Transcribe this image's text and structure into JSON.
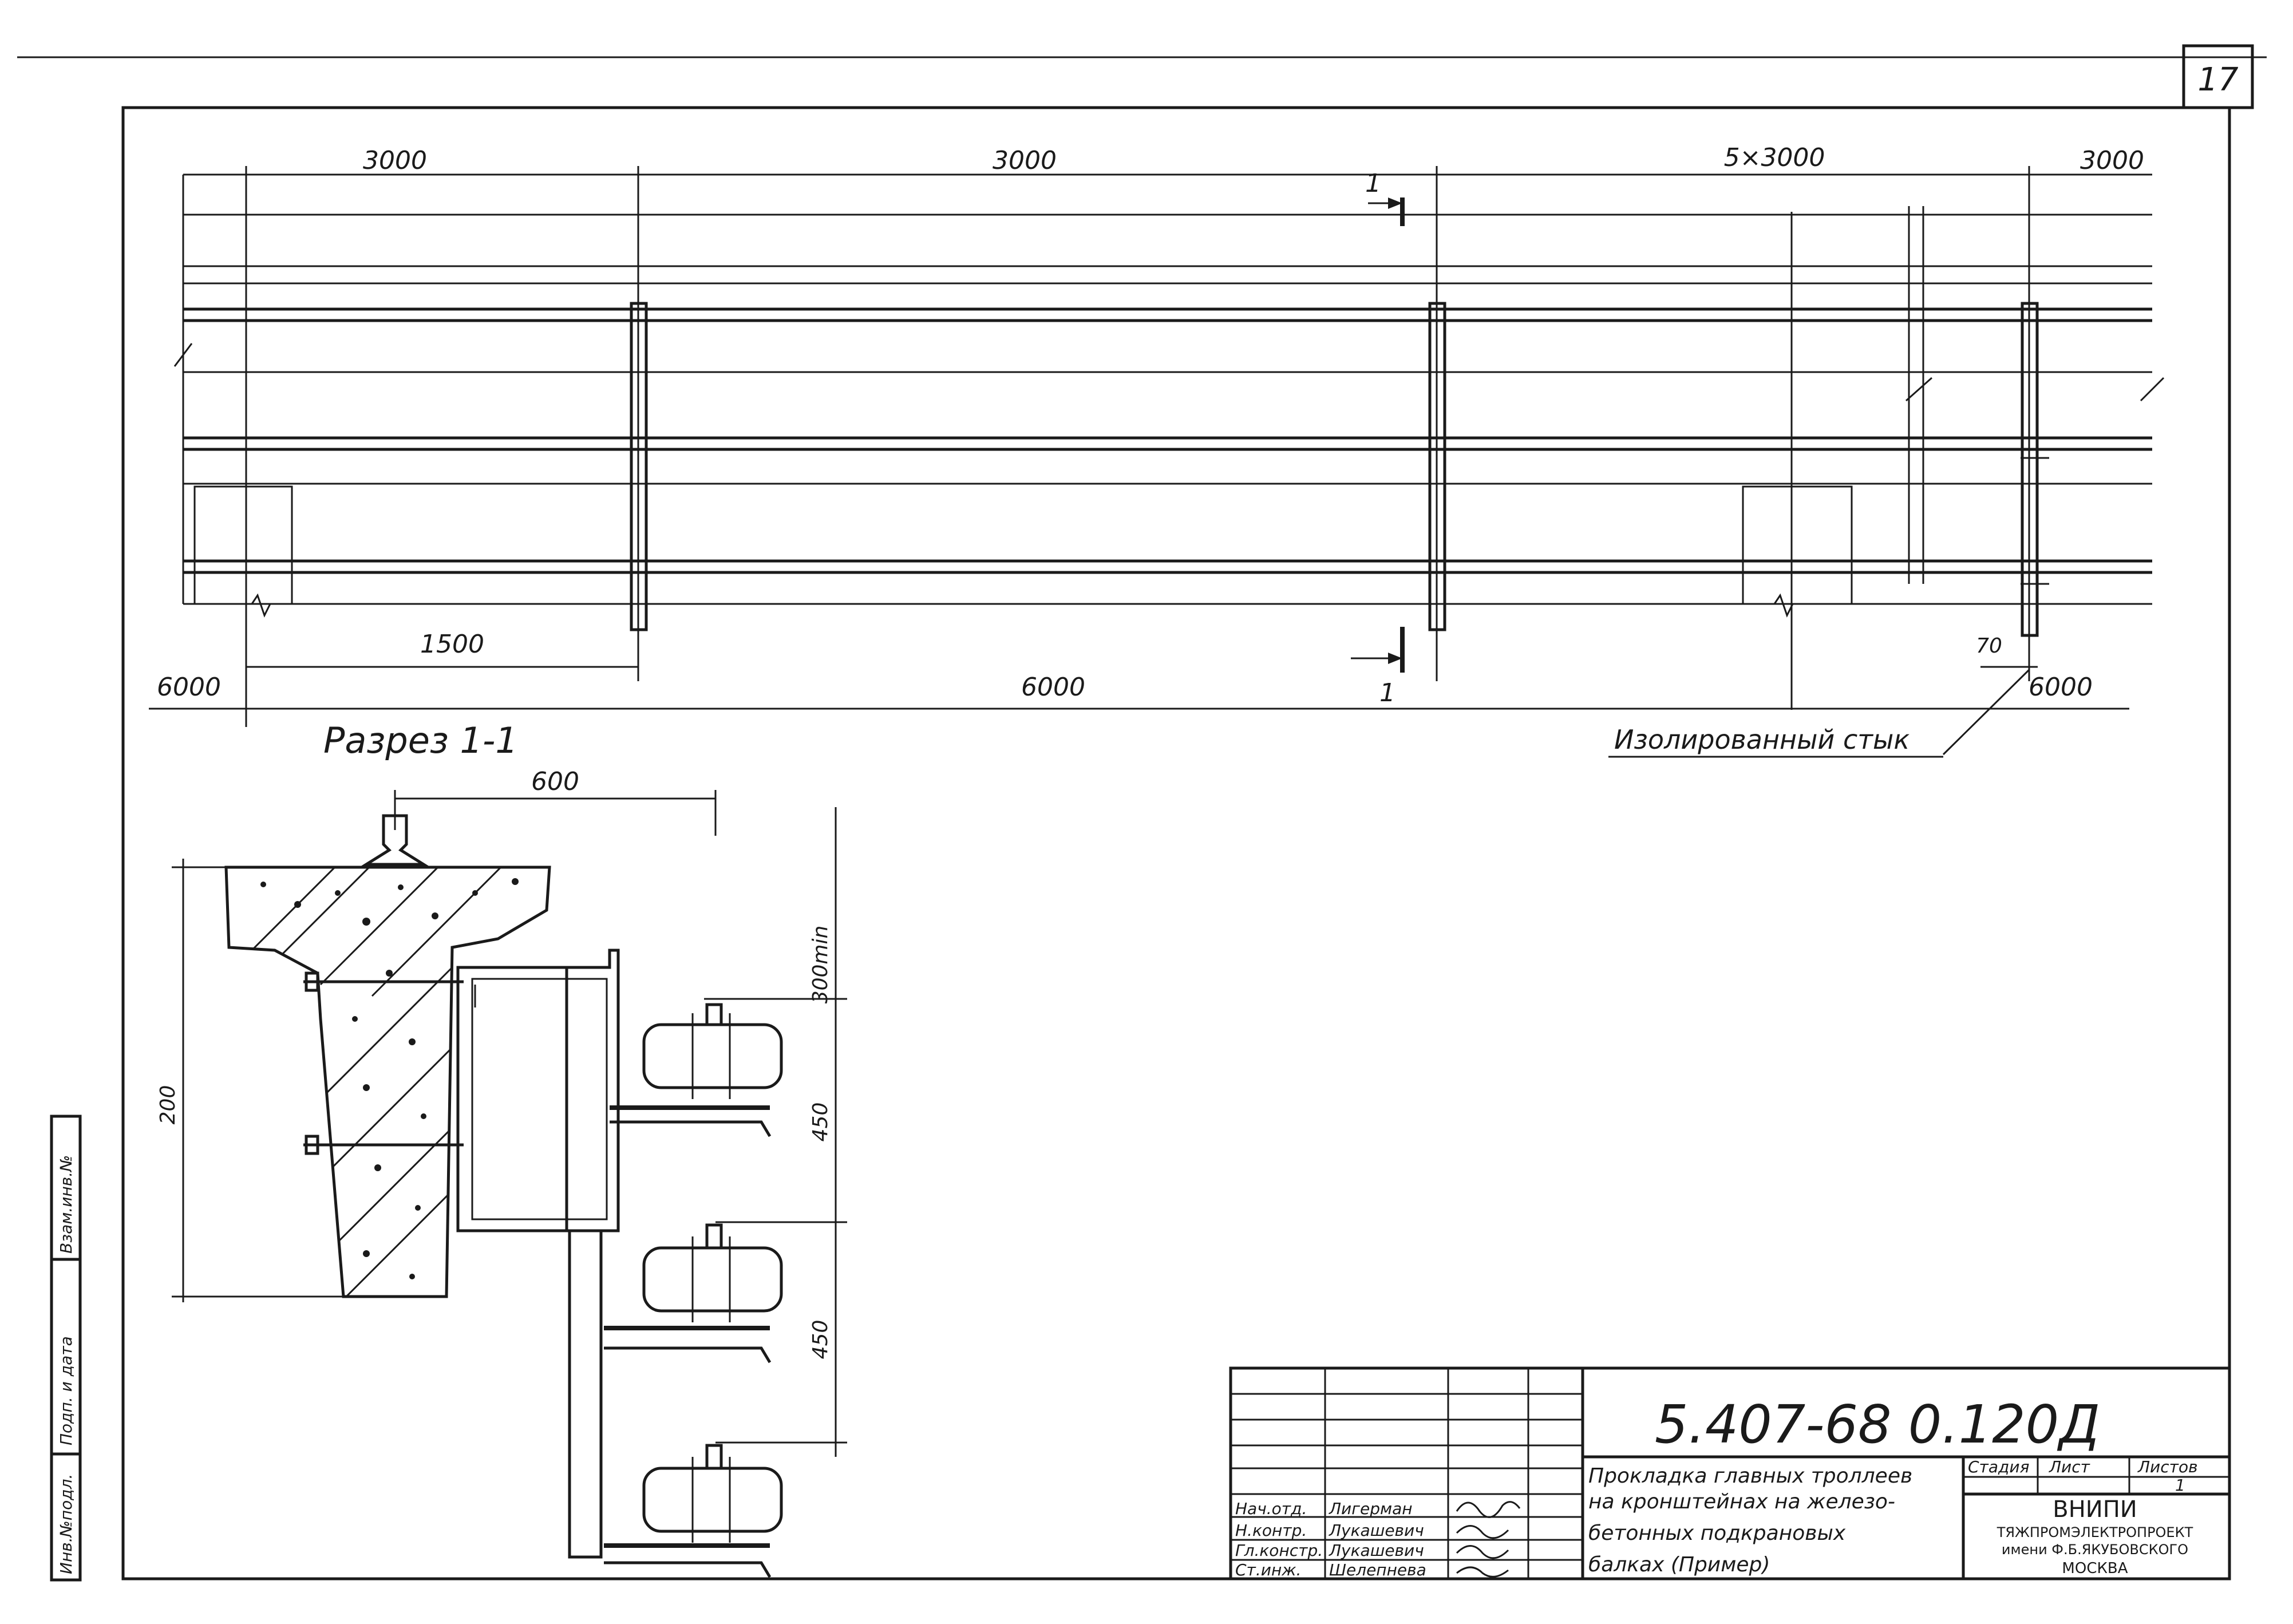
{
  "sheet_number": "17",
  "plan": {
    "dims_top": [
      "3000",
      "3000",
      "5×3000",
      "3000"
    ],
    "dims_bottom": [
      "1500",
      "6000",
      "6000",
      "6000",
      "70"
    ],
    "section_mark": "1",
    "joint_label": "Изолированный стык"
  },
  "section": {
    "title": "Разрез 1-1",
    "dim_width": "600",
    "dim_300": "300min",
    "dim_450_a": "450",
    "dim_450_b": "450",
    "dim_200": "200"
  },
  "side_stamp": [
    "Инв.№подл.",
    "Подп. и дата",
    "Взам.инв.№"
  ],
  "title_block": {
    "doc_code": "5.407-68 0.120Д",
    "title_lines": [
      "Прокладка главных троллеев",
      "на кронштейнах на железо-",
      "бетонных подкрановых",
      "балках (Пример)"
    ],
    "col_headers": [
      "Стадия",
      "Лист",
      "Листов"
    ],
    "sheet_value": "1",
    "roles": [
      {
        "role": "Нач.отд.",
        "name": "Лигерман"
      },
      {
        "role": "Н.контр.",
        "name": "Лукашевич"
      },
      {
        "role": "Гл.констр.",
        "name": "Лукашевич"
      },
      {
        "role": "Ст.инж.",
        "name": "Шелепнева"
      }
    ],
    "org_lines": [
      "ВНИПИ",
      "ТЯЖПРОМЭЛЕКТРОПРОЕКТ",
      "имени Ф.Б.ЯКУБОВСКОГО",
      "МОСКВА"
    ]
  }
}
